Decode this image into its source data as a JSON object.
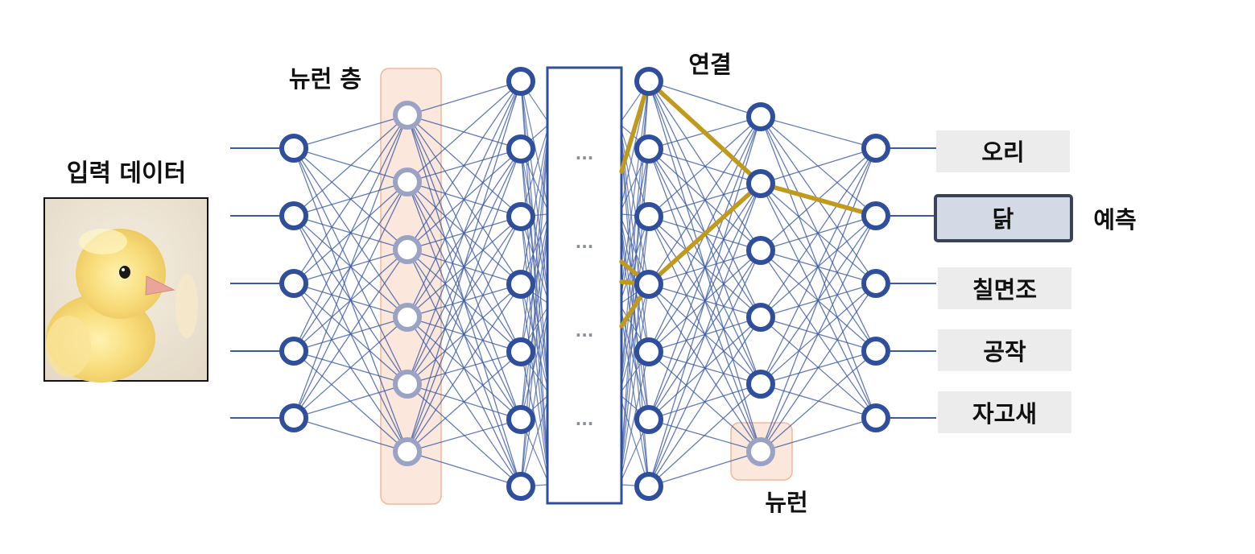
{
  "labels": {
    "input_data": "입력 데이터",
    "neuron_layer": "뉴런 층",
    "connection": "연결",
    "neuron": "뉴런",
    "prediction": "예측",
    "ellipsis": "···"
  },
  "outputs": [
    {
      "label": "오리",
      "selected": false
    },
    {
      "label": "닭",
      "selected": true
    },
    {
      "label": "칠면조",
      "selected": false
    },
    {
      "label": "공작",
      "selected": false
    },
    {
      "label": "자고새",
      "selected": false
    }
  ],
  "image": {
    "subject": "chick"
  },
  "layers": [
    {
      "name": "input",
      "nodes": 5
    },
    {
      "name": "hidden-1",
      "nodes": 6,
      "highlighted": true
    },
    {
      "name": "hidden-2",
      "nodes": 7
    },
    {
      "name": "hidden-3",
      "nodes": 7
    },
    {
      "name": "hidden-4",
      "nodes": 6
    },
    {
      "name": "output",
      "nodes": 5
    }
  ],
  "colors": {
    "node": "#2f4f9c",
    "edge": "#3b5aa6",
    "faded_node": "#9aa3c4",
    "highlight_fill": "#fbe7dc",
    "highlight_stroke": "#f0b899",
    "path": "#c09a1c",
    "output_box": "#ececec",
    "output_selected": "#d3dae6",
    "output_selected_border": "#3a4257"
  }
}
